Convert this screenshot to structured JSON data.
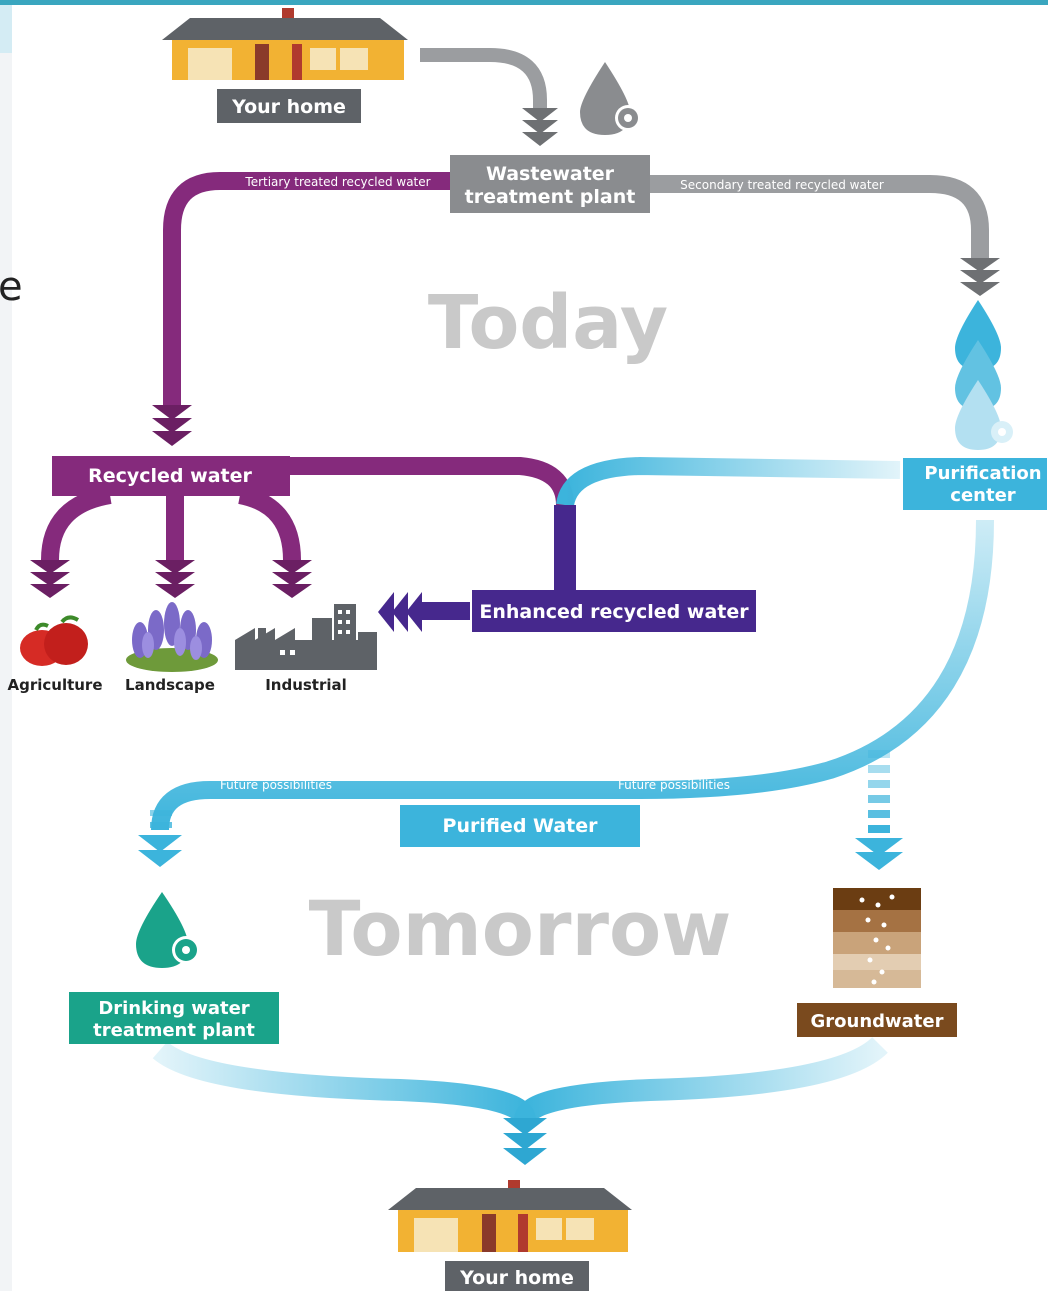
{
  "diagram": {
    "top_home_label": "Your home",
    "wastewater_plant_label": [
      "Wastewater",
      "treatment plant"
    ],
    "tertiary_flow_label": "Tertiary treated recycled water",
    "secondary_flow_label": "Secondary treated recycled water",
    "today_label": "Today",
    "purification_center_label": [
      "Purification",
      "center"
    ],
    "recycled_water_label": "Recycled water",
    "enhanced_recycled_water_label": "Enhanced recycled water",
    "uses": [
      "Agriculture",
      "Landscape",
      "Industrial"
    ],
    "future_left_label": "Future possibilities",
    "future_right_label": "Future possibilities",
    "purified_water_label": "Purified Water",
    "tomorrow_label": "Tomorrow",
    "drinking_plant_label": [
      "Drinking water",
      "treatment plant"
    ],
    "groundwater_label": "Groundwater",
    "bottom_home_label": "Your home",
    "partial_left_text": "e"
  },
  "colors": {
    "purple": "#852a7c",
    "indigo": "#46288d",
    "gray": "#8a8c8f",
    "cyan": "#3cb4dc",
    "teal": "#1aa38a",
    "brown": "#7a4a1e",
    "house_yellow": "#f2b233",
    "roof_gray": "#5e6267"
  }
}
